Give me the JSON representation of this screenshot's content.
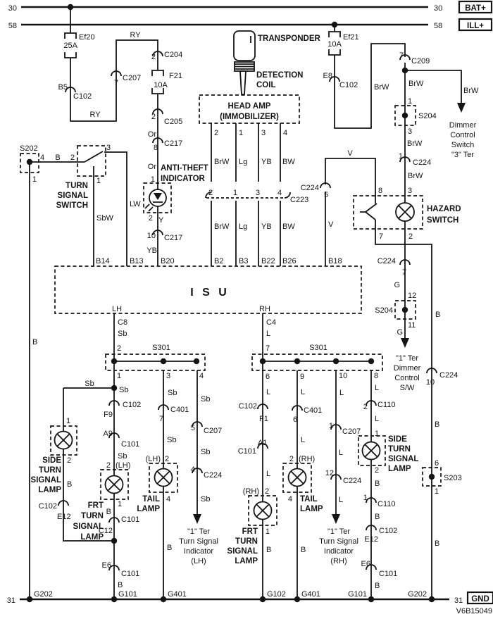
{
  "part_number": "V6B15049",
  "rails": {
    "bat_num_left": "30",
    "bat_num_right": "30",
    "bat_tag": "BAT+",
    "ill_num_left": "58",
    "ill_num_right": "58",
    "ill_tag": "ILL+",
    "gnd_num_left": "31",
    "gnd_num_right": "31",
    "gnd_tag": "GND"
  },
  "titles": {
    "transponder": "TRANSPONDER",
    "detection_coil": [
      "DETECTION",
      "COIL"
    ],
    "head_amp": [
      "HEAD AMP",
      "(IMMOBILIZER)"
    ],
    "anti_theft": [
      "ANTI-THEFT",
      "INDICATOR"
    ],
    "turn_signal_switch": [
      "TURN",
      "SIGNAL",
      "SWITCH"
    ],
    "hazard_switch": [
      "HAZARD",
      "SWITCH"
    ],
    "isu": "I S U",
    "side_lamp_left": [
      "SIDE",
      "TURN",
      "SIGNAL",
      "LAMP"
    ],
    "frt_lamp_left": [
      "FRT",
      "TURN",
      "SIGNAL",
      "LAMP"
    ],
    "tail_lamp_left": [
      "TAIL",
      "LAMP"
    ],
    "ind_left": [
      "\"1\" Ter",
      "Turn Signal",
      "Indicator",
      "(LH)"
    ],
    "frt_lamp_right": [
      "FRT",
      "TURN",
      "SIGNAL",
      "LAMP"
    ],
    "tail_lamp_right": [
      "TAIL",
      "LAMP"
    ],
    "ind_right": [
      "\"1\" Ter",
      "Turn Signal",
      "Indicator",
      "(RH)"
    ],
    "side_lamp_right": [
      "SIDE",
      "TURN",
      "SIGNAL",
      "LAMP"
    ],
    "dimmer_right": [
      "Dimmer",
      "Control",
      "Switch",
      "\"3\" Ter"
    ],
    "dimmer_mid": [
      "\"1\" Ter",
      "Dimmer",
      "Control",
      "S/W"
    ]
  },
  "fuse_left": {
    "name": "Ef20",
    "amp": "25A",
    "pin": "B5",
    "conn": "C102",
    "wire_ry1": "RY",
    "wire_ry2": "RY",
    "c207_pin": "7",
    "c207": "C207",
    "c204_pin": "2",
    "c204": "C204",
    "f21": "F21",
    "f21_amp": "10A",
    "c205_pin": "2",
    "c205": "C205",
    "or1": "Or",
    "c217a_pin": "8",
    "c217a": "C217",
    "or2": "Or",
    "led_pin1": "1",
    "led_pin2": "2",
    "wire_y": "Y",
    "c217b_pin": "10",
    "c217b": "C217",
    "wire_yb": "YB",
    "isu_pin": "B20"
  },
  "turn_signal_switch": {
    "s202": "S202",
    "pin4": "4",
    "wire_b": "B",
    "pin2": "2",
    "pin3": "3",
    "pin1_splice": "1",
    "pin1_switch": "1",
    "wire_sbw": "SbW",
    "wire_lw": "LW",
    "isu_b14": "B14",
    "isu_b13": "B13",
    "left_wire_b": "B"
  },
  "head_amp": {
    "pins_top": [
      "2",
      "1",
      "3",
      "4"
    ],
    "wires_top": [
      "BrW",
      "Lg",
      "YB",
      "BW"
    ],
    "conn_pins": [
      "2",
      "1",
      "3",
      "4"
    ],
    "conn": "C223",
    "wires_bottom": [
      "BrW",
      "Lg",
      "YB",
      "BW"
    ],
    "isu_pins": [
      "B2",
      "B3",
      "B22",
      "B26"
    ]
  },
  "v_branch": {
    "conn": "C224",
    "pin": "5",
    "wire_v1": "V",
    "wire_v2": "V",
    "isu_pin": "B18"
  },
  "ill_branch": {
    "fuse": "Ef21",
    "amp": "10A",
    "pin": "E8",
    "conn": "C102",
    "wire1": "BrW",
    "c209_pin": "7",
    "c209": "C209",
    "wire2": "BrW",
    "wire3": "BrW",
    "s204_pin1": "1",
    "s204": "S204",
    "s204_pin3": "3",
    "wire4": "BrW",
    "c224_pin": "1",
    "c224": "C224",
    "wire5": "BrW"
  },
  "hazard": {
    "pin8": "8",
    "pin3": "3",
    "pin7": "7",
    "pin2": "2",
    "c224_7": "C224",
    "c224_7_pin": "7",
    "wire_g1": "G",
    "s204_pin12": "12",
    "s204": "S204",
    "s204_pin11": "11",
    "wire_g2": "G",
    "wire_b1": "B",
    "c224_10": "C224",
    "c224_10_pin": "10",
    "wire_b2": "B",
    "s203_pin6": "6",
    "s203": "S203",
    "s203_pin1": "1",
    "wire_b3": "B"
  },
  "isu": {
    "lh": "LH",
    "rh": "RH",
    "c8": "C8",
    "sb": "Sb",
    "pin2": "2",
    "c4": "C4",
    "l": "L",
    "pin7": "7"
  },
  "s301_left": {
    "name": "S301",
    "pin_top": "2",
    "pin1": "1",
    "pin3": "3",
    "pin4": "4"
  },
  "s301_right": {
    "name": "S301",
    "pin_top": "7",
    "pin6": "6",
    "pin9": "9",
    "pin10": "10",
    "pin8": "8"
  },
  "side_left": {
    "branch_sb": "Sb",
    "pin1": "1",
    "pin2": "2",
    "wire_b": "B",
    "conn": "C102",
    "conn_pin": "E12"
  },
  "frt_left": {
    "sb0": "Sb",
    "c102": "C102",
    "f9": "F9",
    "a9": "A9",
    "c101a": "C101",
    "sb1": "Sb",
    "lh": "(LH)",
    "pin2": "2",
    "pin1": "1",
    "b1": "B",
    "c101b": "C101",
    "c12": "C12",
    "e6": "E6",
    "c101c": "C101",
    "b2": "B"
  },
  "tail_left": {
    "sb1": "Sb",
    "c401_pin": "7",
    "c401": "C401",
    "sb2": "Sb",
    "lh": "(LH)",
    "pin2": "2",
    "pin4": "4",
    "b": "B"
  },
  "ind_left": {
    "sb1": "Sb",
    "c207_pin": "5",
    "c207": "C207",
    "sb2": "Sb",
    "c224_pin": "4",
    "c224": "C224",
    "sb3": "Sb"
  },
  "frt_right": {
    "l1": "L",
    "c102": "C102",
    "f1": "F1",
    "a1": "A1",
    "c101": "C101",
    "l2": "L",
    "rh": "(RH)",
    "pin2": "2",
    "pin1": "1",
    "b": "B"
  },
  "tail_right": {
    "l1": "L",
    "c401_pin": "6",
    "c401": "C401",
    "l2": "L",
    "rh": "(RH)",
    "pin2": "2",
    "pin4": "4",
    "b": "B"
  },
  "ind_right": {
    "l1": "L",
    "c207_pin": "1",
    "c207": "C207",
    "l2": "L",
    "c224_pin": "12",
    "c224": "C224",
    "l3": "L"
  },
  "side_right": {
    "l1": "L",
    "c110a_pin": "2",
    "c110a": "C110",
    "l2": "L",
    "pin1": "1",
    "pin2": "2",
    "b1": "B",
    "c110b_pin": "1",
    "c110b": "C110",
    "b2": "B",
    "c102": "C102",
    "e12": "E12",
    "e6": "E6",
    "c101": "C101",
    "b3": "B"
  },
  "grounds": [
    "G202",
    "G101",
    "G401",
    "G102",
    "G401",
    "G101",
    "G202"
  ]
}
